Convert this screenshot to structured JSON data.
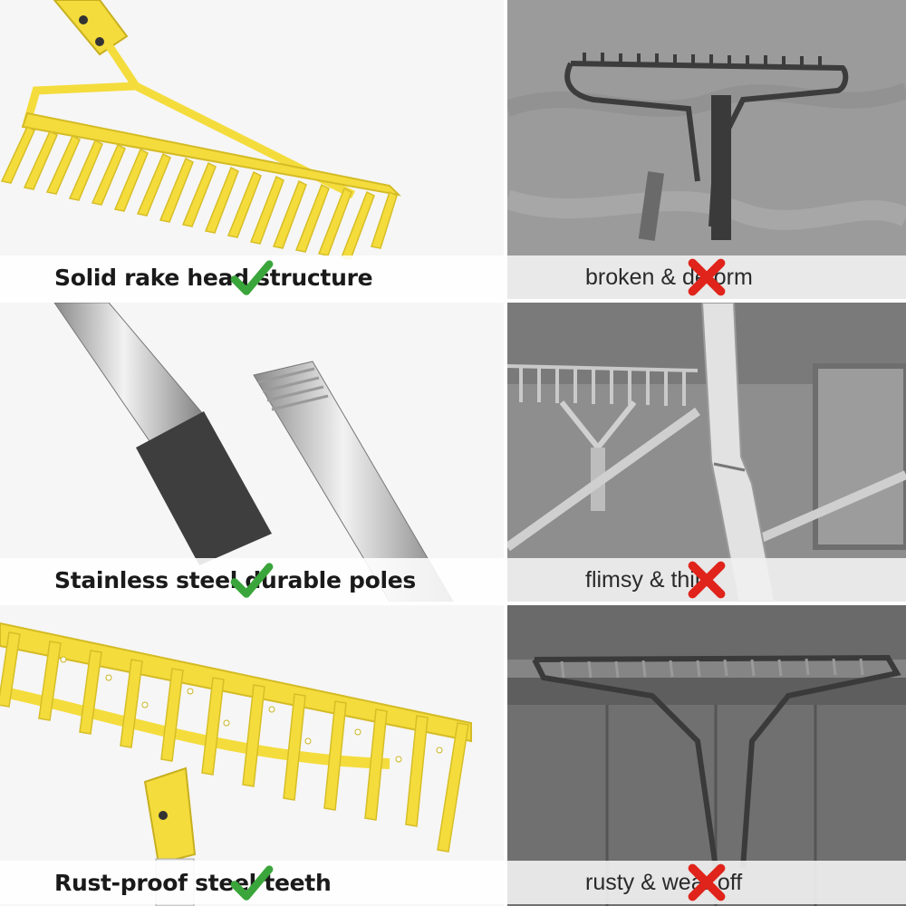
{
  "rows": [
    {
      "good_label": "Solid rake head structure",
      "bad_label": "broken & deform"
    },
    {
      "good_label": "Stainless steel durable poles",
      "bad_label": "flimsy & thin"
    },
    {
      "good_label": "Rust-proof steel teeth",
      "bad_label": "rusty & wear off"
    }
  ],
  "icons": {
    "good": "check-mark-icon",
    "bad": "red-cross-icon"
  },
  "colors": {
    "check": "#3aa53a",
    "cross": "#e0241b",
    "rake_yellow": "#f4dc3c",
    "bad_photo_gray": "#8c8c8c"
  }
}
